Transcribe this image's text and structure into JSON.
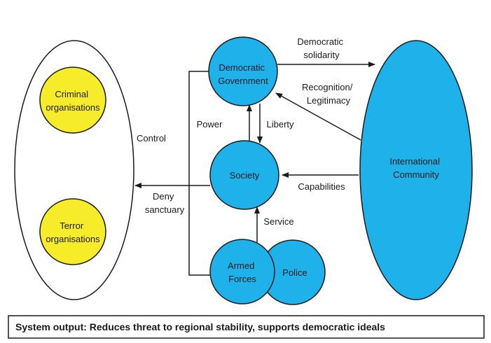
{
  "nodes": {
    "criminal": [
      "Criminal",
      "organisations"
    ],
    "terror": [
      "Terror",
      "organisations"
    ],
    "government": [
      "Democratic",
      "Government"
    ],
    "society": [
      "Society"
    ],
    "armed_forces": [
      "Armed",
      "Forces"
    ],
    "police": [
      "Police"
    ],
    "international": [
      "International",
      "Community"
    ]
  },
  "edges": {
    "control": [
      "Control"
    ],
    "power": [
      "Power"
    ],
    "liberty": [
      "Liberty"
    ],
    "deny_sanctuary": [
      "Deny",
      "sanctuary"
    ],
    "democratic_solidarity": [
      "Democratic",
      "solidarity"
    ],
    "recognition": [
      "Recognition/",
      "Legitimacy"
    ],
    "capabilities": [
      "Capabilities"
    ],
    "service": [
      "Service"
    ]
  },
  "output": {
    "text": "System output: Reduces threat to regional stability, supports democratic ideals"
  },
  "colors": {
    "blue_fill": "#1fb1ea",
    "yellow_fill": "#f7ec2a",
    "stroke": "#1a1a1a",
    "arrow": "#1a1a1a"
  }
}
